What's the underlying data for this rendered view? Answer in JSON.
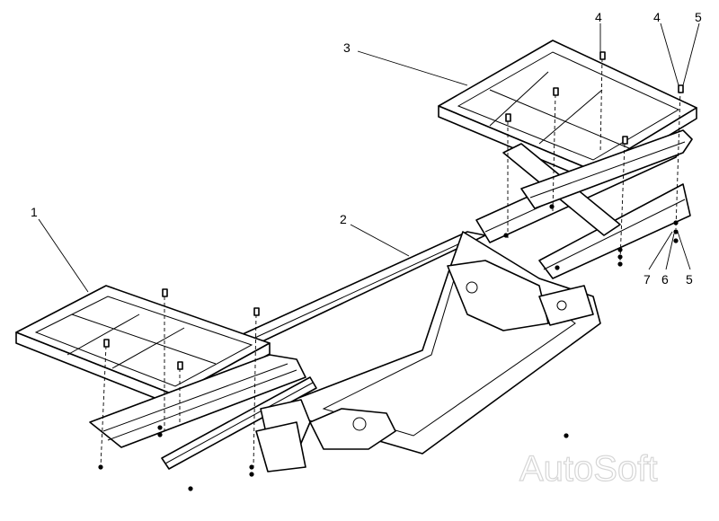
{
  "callouts": [
    {
      "label": "1"
    },
    {
      "label": "2"
    },
    {
      "label": "3"
    },
    {
      "label": "4"
    },
    {
      "label": "4"
    },
    {
      "label": "5"
    },
    {
      "label": "7"
    },
    {
      "label": "6"
    },
    {
      "label": "5"
    }
  ],
  "watermark": "AutoSoft"
}
